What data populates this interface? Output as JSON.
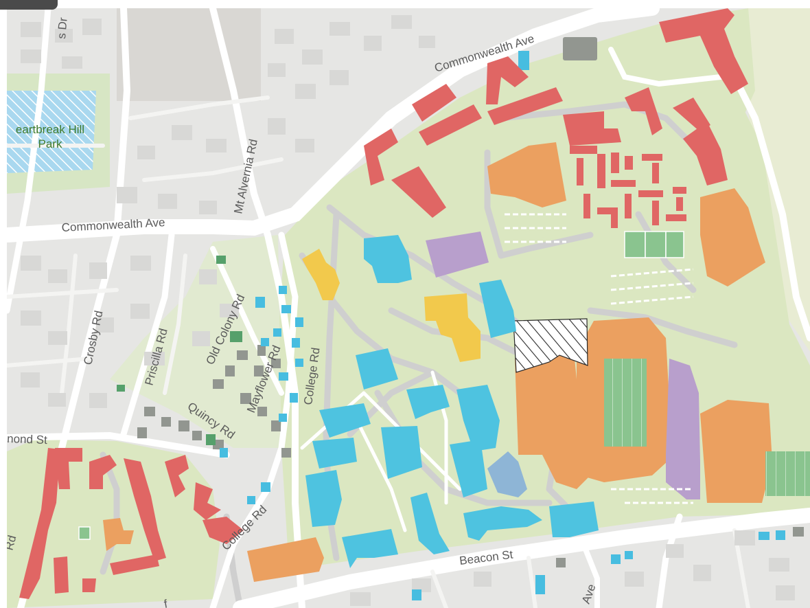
{
  "map": {
    "colors": {
      "background": "#e6e6e4",
      "campus_grass": "#dbe7c1",
      "paths": "#cfcfcf",
      "road": "#ffffff",
      "water": "#a9d8ef",
      "park_label": "#3d7a2e",
      "academic": "#4ec3e0",
      "residential": "#e06664",
      "athletics": "#eba060",
      "administrative": "#f2c94c",
      "student_life": "#b89fcc",
      "other_campus": "#8eb5d6",
      "offcampus_gray": "#929690",
      "offcampus_green": "#56a06b",
      "offcampus_blue": "#47bde0",
      "field": "#8ac48f"
    },
    "icons": {
      "construction_area": "hatched-area-icon",
      "football_field": "field-icon"
    },
    "labels": {
      "park": "eartbreak Hill Park",
      "park_line1": "eartbreak Hill",
      "park_line2": "Park",
      "commonwealth_top": "Commonwealth Ave",
      "commonwealth_left": "Commonwealth Ave",
      "beacon": "Beacon St",
      "mt_alvernia": "Mt Alvernia Rd",
      "crosby": "Crosby Rd",
      "priscilla": "Priscilla Rd",
      "old_colony": "Old Colony Rd",
      "mayflower": "Mayflower Rd",
      "college": "College Rd",
      "college_bottom": "College Rd",
      "quincy": "Quincy Rd",
      "hammond": "nond St",
      "top_partial": "s Dr",
      "bottom_ave": "Ave",
      "bottom_left_rd": "Rd",
      "bottom_partial": "f"
    }
  }
}
